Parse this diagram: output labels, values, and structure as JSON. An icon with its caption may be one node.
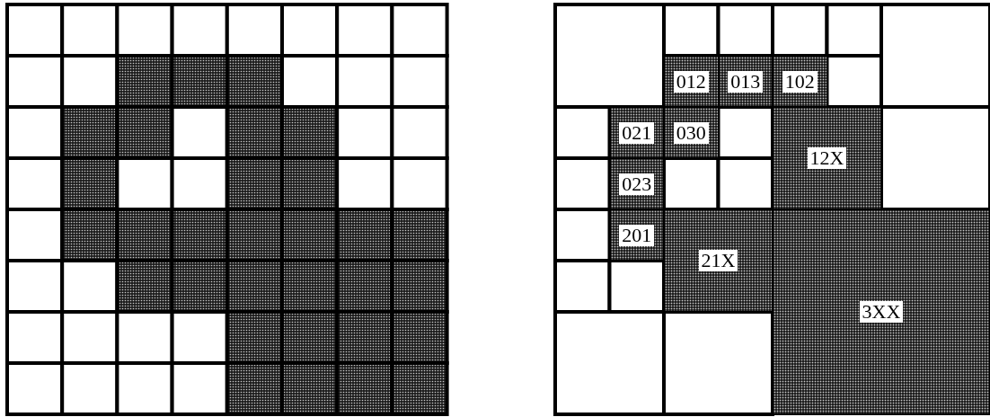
{
  "diagram": {
    "nodes": [
      {
        "text": [
          "012"
        ]
      },
      {
        "text": [
          "013"
        ]
      },
      {
        "text": [
          "102"
        ]
      },
      {
        "text": [
          "021"
        ]
      },
      {
        "text": [
          "030"
        ]
      },
      {
        "text": [
          "12X"
        ]
      },
      {
        "text": [
          "023"
        ]
      },
      {
        "text": [
          "201"
        ]
      },
      {
        "text": [
          "21X"
        ]
      },
      {
        "text": [
          "3XX"
        ]
      }
    ]
  }
}
